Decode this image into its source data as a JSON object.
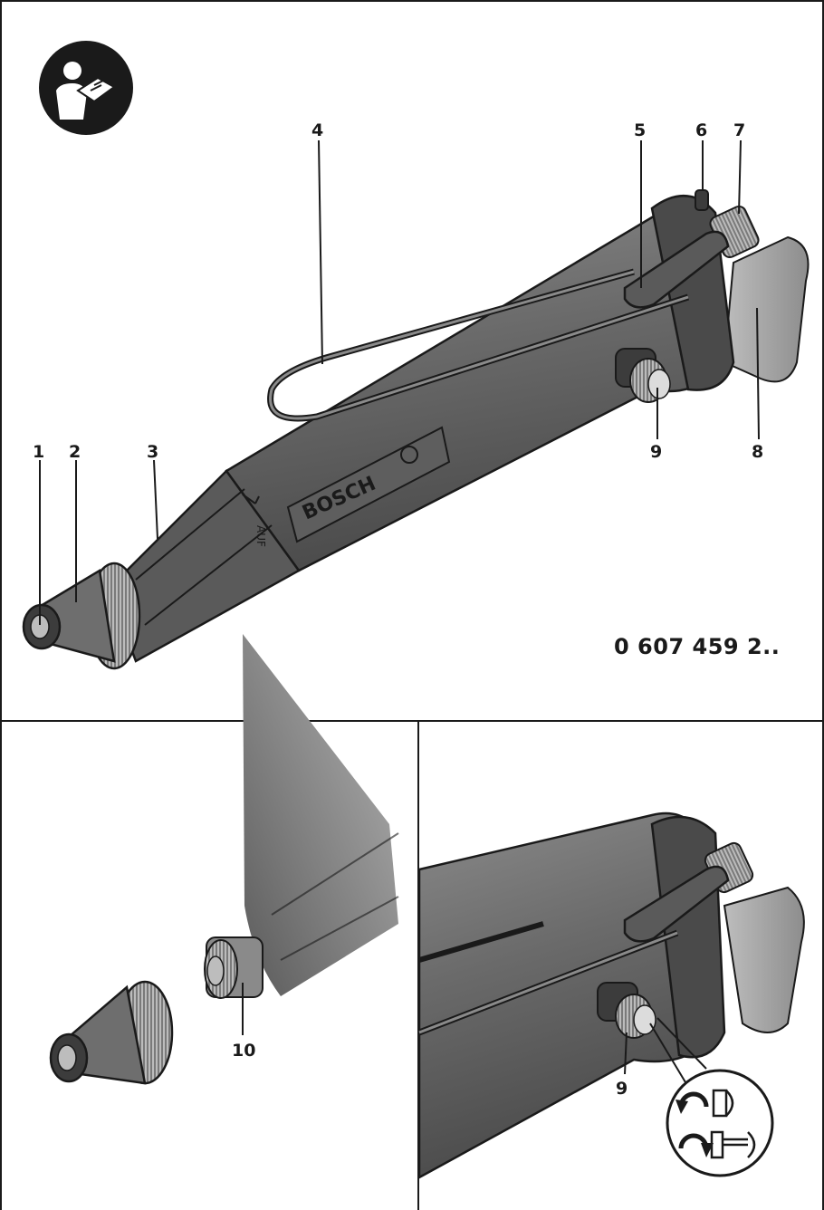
{
  "figure": {
    "part_number": "0 607 459 2..",
    "brand_mark": "BOSCH",
    "dial_marking": "AUF",
    "callouts_top": [
      {
        "id": "1",
        "text": "1"
      },
      {
        "id": "2",
        "text": "2"
      },
      {
        "id": "3",
        "text": "3"
      },
      {
        "id": "4",
        "text": "4"
      },
      {
        "id": "5",
        "text": "5"
      },
      {
        "id": "6",
        "text": "6"
      },
      {
        "id": "7",
        "text": "7"
      },
      {
        "id": "8",
        "text": "8"
      },
      {
        "id": "9",
        "text": "9"
      }
    ],
    "callout_bottom_left": "10",
    "callout_bottom_right": "9"
  },
  "icons": {
    "manual": "read-manual-icon",
    "rotate_left": "rotate-counterclockwise-icon",
    "rotate_right": "rotate-clockwise-icon"
  },
  "colors": {
    "tool_body": "#6e6e6e",
    "tool_dark": "#3c3c3c",
    "tool_light": "#a9a9a9",
    "line": "#1a1a1a"
  }
}
